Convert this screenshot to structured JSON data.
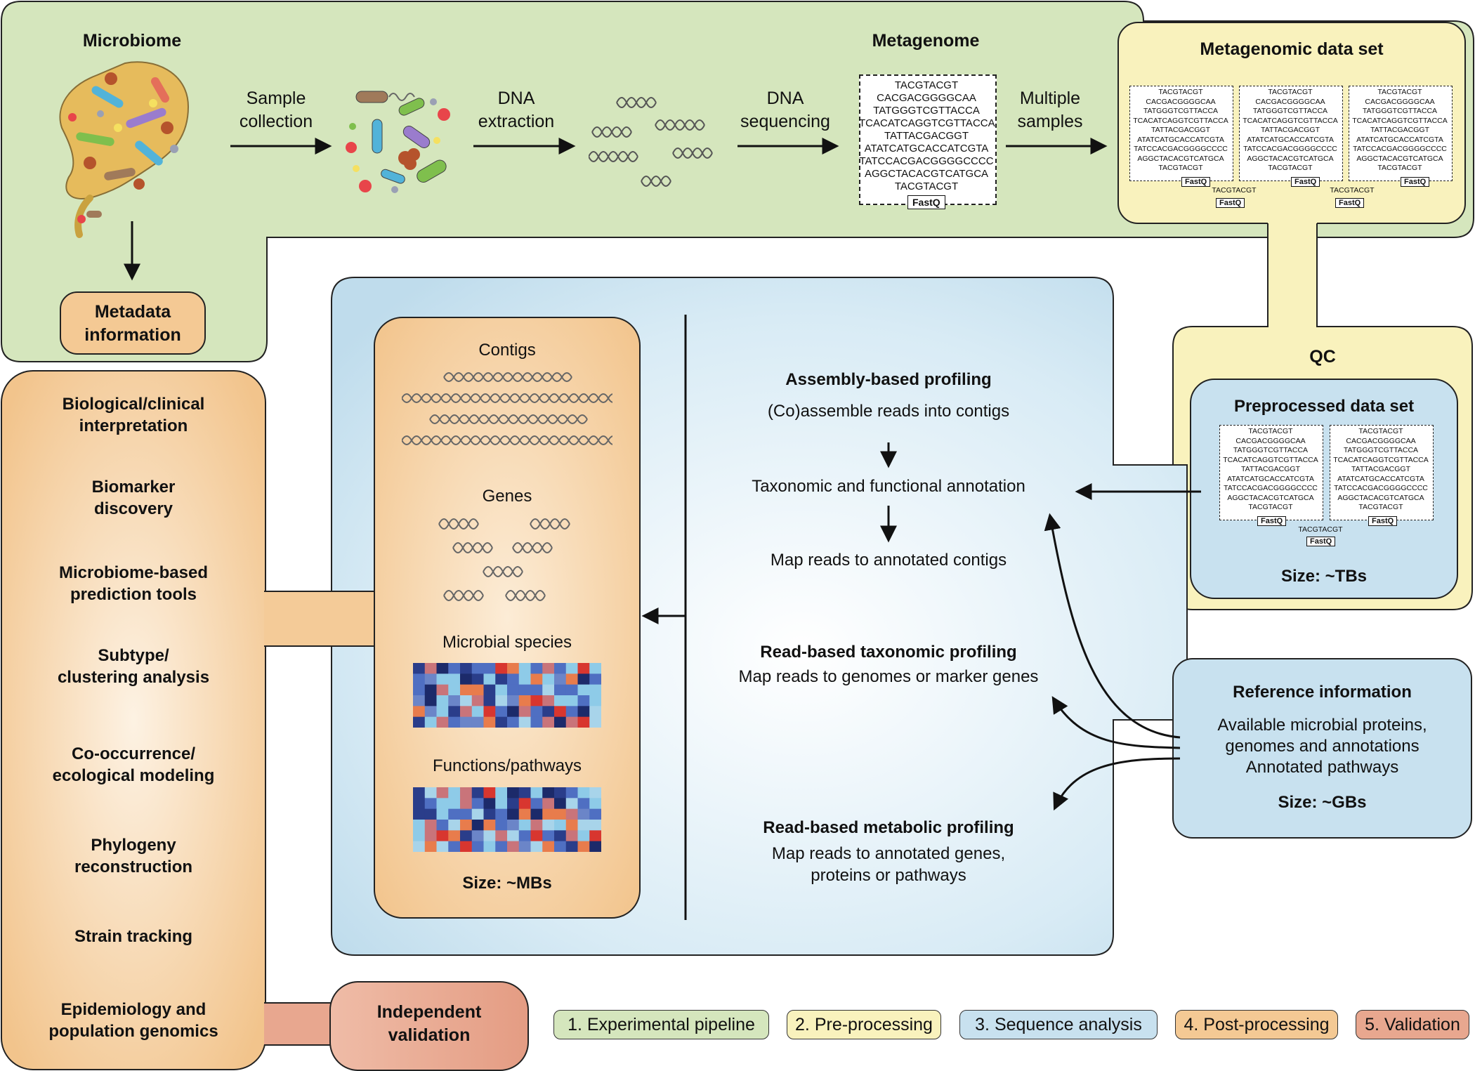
{
  "colors": {
    "experimental": "#d5e6bd",
    "preprocessing": "#f9f2bd",
    "sequence": "#c8e1ef",
    "postprocessing": "#f4c994",
    "validation": "#e8a78f",
    "heatmap_dark": "#1c2a6a",
    "heatmap_mid": "#4f6fc2",
    "heatmap_light": "#8ecbe8",
    "heatmap_red": "#d8362f",
    "heatmap_orange": "#e87c4c"
  },
  "top": {
    "microbiome": "Microbiome",
    "sample_collection": [
      "Sample",
      "collection"
    ],
    "dna_extraction": [
      "DNA",
      "extraction"
    ],
    "dna_sequencing": [
      "DNA",
      "sequencing"
    ],
    "metagenome": "Metagenome",
    "multiple_samples": [
      "Multiple",
      "samples"
    ],
    "metagenomic_data_set": "Metagenomic data set"
  },
  "metagenome_reads": [
    "TACGTACGT",
    "CACGACGGGGCAA",
    "TATGGGTCGTTACCA",
    "TCACATCAGGTCGTTACCA",
    "TATTACGACGGT",
    "ATATCATGCACCATCGTA",
    "TATCCACGACGGGGCCCC",
    "AGGCTACACGTCATGCA",
    "TACGTACGT"
  ],
  "small_reads": [
    "TACGTACGT",
    "CACGACGGGGCAA",
    "TATGGGTCGTTACCA",
    "TCACATCAGGTCGTTACCA",
    "TATTACGACGGT",
    "ATATCATGCACCATCGTA",
    "TATCCACGACGGGGCCCC",
    "AGGCTACACGTCATGCA",
    "TACGTACGT"
  ],
  "bottom_read": "TACGTACGT",
  "fastq": "FastQ",
  "metadata": [
    "Metadata",
    "information"
  ],
  "postprocessing_items": [
    [
      "Biological/clinical",
      "interpretation"
    ],
    [
      "Biomarker",
      "discovery"
    ],
    [
      "Microbiome-based",
      "prediction tools"
    ],
    [
      "Subtype/",
      "clustering analysis"
    ],
    [
      "Co-occurrence/",
      "ecological modeling"
    ],
    [
      "Phylogeny",
      "reconstruction"
    ],
    [
      "Strain tracking"
    ],
    [
      "Epidemiology and",
      "population genomics"
    ]
  ],
  "validation_box": [
    "Independent",
    "validation"
  ],
  "results": {
    "contigs": "Contigs",
    "genes": "Genes",
    "microbial_species": "Microbial species",
    "functions_pathways": "Functions/pathways",
    "size": "Size: ~MBs"
  },
  "assembly": {
    "title": "Assembly-based profiling",
    "step1": "(Co)assemble reads into contigs",
    "step2": "Taxonomic and functional annotation",
    "step3": "Map reads to annotated contigs"
  },
  "read_taxonomic": {
    "title": "Read-based taxonomic profiling",
    "text": "Map reads to genomes or marker genes"
  },
  "read_metabolic": {
    "title": "Read-based metabolic profiling",
    "text": [
      "Map reads to annotated genes,",
      "proteins or pathways"
    ]
  },
  "qc": {
    "label": "QC",
    "preprocessed": "Preprocessed data set",
    "size": "Size: ~TBs"
  },
  "reference": {
    "title": "Reference information",
    "lines": [
      "Available microbial proteins,",
      "genomes and annotations",
      "Annotated pathways"
    ],
    "size": "Size: ~GBs"
  },
  "legend": [
    {
      "label": "1. Experimental pipeline",
      "color": "#d5e6bd"
    },
    {
      "label": "2. Pre-processing",
      "color": "#f9f2bd"
    },
    {
      "label": "3. Sequence analysis",
      "color": "#c8e1ef"
    },
    {
      "label": "4. Post-processing",
      "color": "#f4c994"
    },
    {
      "label": "5. Validation",
      "color": "#e8a78f"
    }
  ]
}
